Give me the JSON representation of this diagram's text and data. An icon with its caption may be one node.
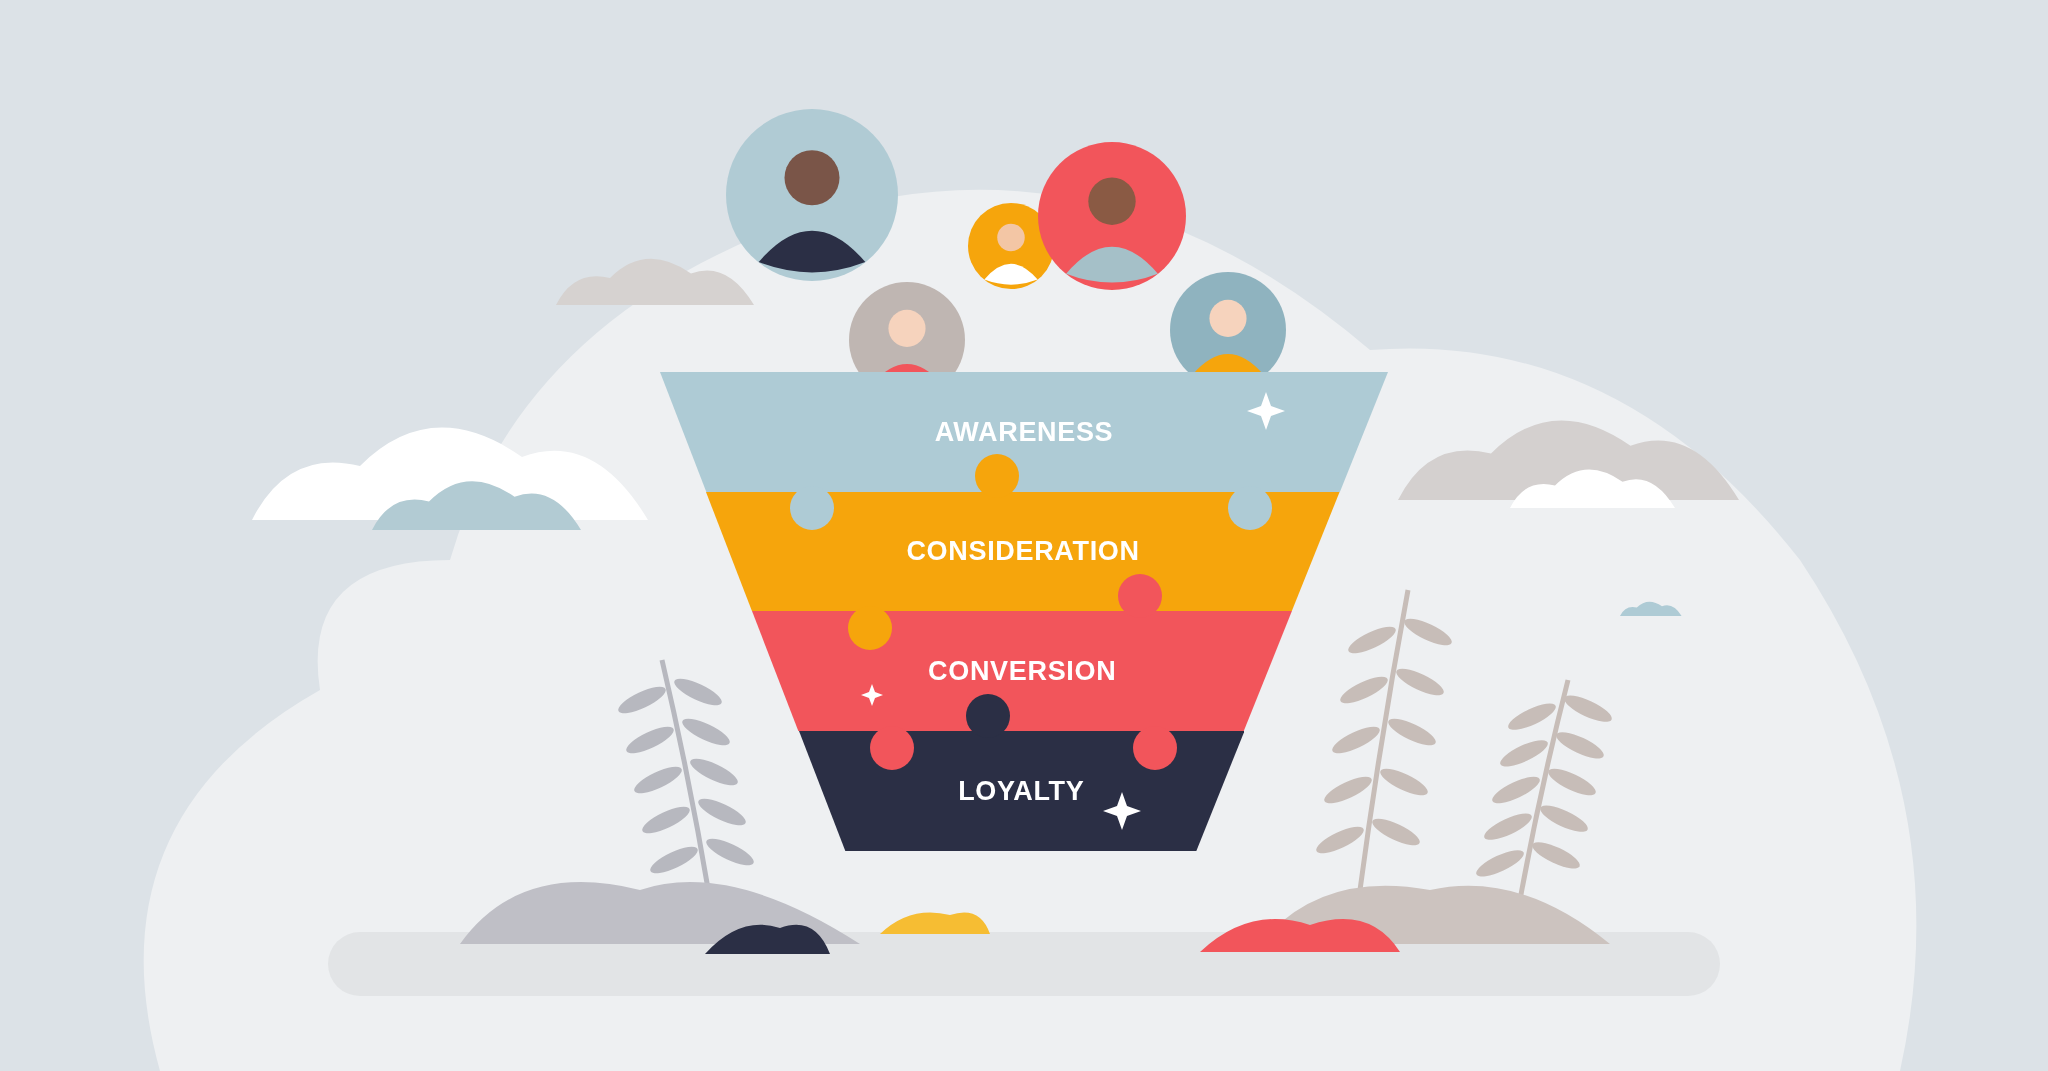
{
  "diagram": {
    "nodes": [
      {
        "text": [
          "AWARENESS"
        ]
      },
      {
        "text": [
          "CONSIDERATION"
        ]
      },
      {
        "text": [
          "CONVERSION"
        ]
      },
      {
        "text": [
          "LOYALTY"
        ]
      }
    ]
  }
}
